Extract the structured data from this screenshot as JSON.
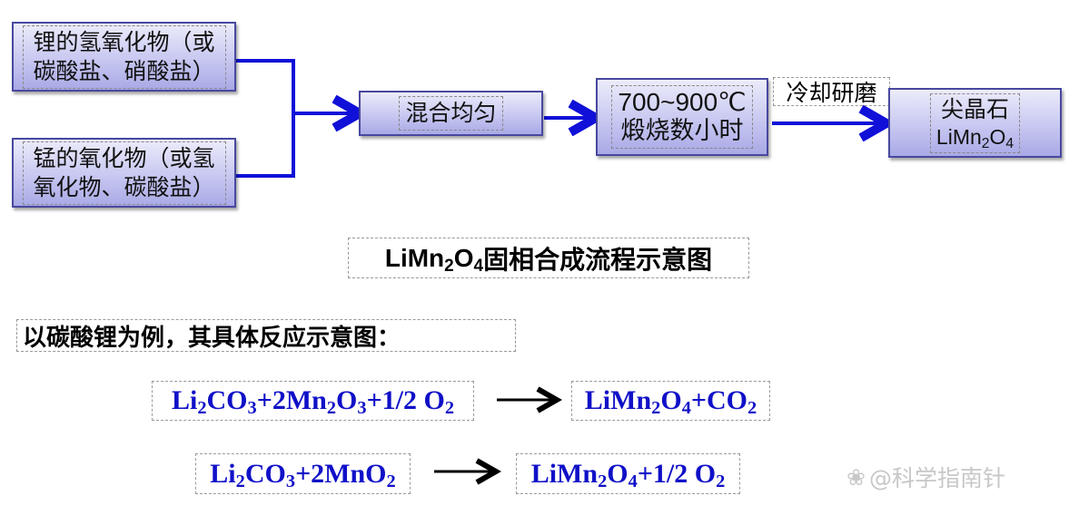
{
  "flow": {
    "lithium_source": "锂的氢氧化物（或碳酸盐、硝酸盐）",
    "manganese_source": "锰的氧化物（或氢氧化物、碳酸盐）",
    "mix": "混合均匀",
    "calcine_temp": "700~900℃",
    "calcine_time": "煅烧数小时",
    "cool_grind": "冷却研磨",
    "product_name": "尖晶石",
    "product_formula": [
      [
        "LiMn",
        ""
      ],
      [
        "2",
        "sub"
      ],
      [
        "O",
        ""
      ],
      [
        "4",
        "sub"
      ]
    ]
  },
  "title": {
    "formula": [
      [
        "LiMn",
        ""
      ],
      [
        "2",
        "sub"
      ],
      [
        "O",
        ""
      ],
      [
        "4",
        "sub"
      ]
    ],
    "text": "固相合成流程示意图"
  },
  "example_heading": "以碳酸锂为例，其具体反应示意图：",
  "equations": [
    {
      "reactants": [
        [
          "Li",
          ""
        ],
        [
          "2",
          "sub"
        ],
        [
          "CO",
          ""
        ],
        [
          "3",
          "sub"
        ],
        [
          "+2Mn",
          ""
        ],
        [
          "2",
          "sub"
        ],
        [
          "O",
          ""
        ],
        [
          "3",
          "sub"
        ],
        [
          "+1/2 O",
          ""
        ],
        [
          "2",
          "sub"
        ]
      ],
      "products": [
        [
          "LiMn",
          ""
        ],
        [
          "2",
          "sub"
        ],
        [
          "O",
          ""
        ],
        [
          "4",
          "sub"
        ],
        [
          "+CO",
          ""
        ],
        [
          "2",
          "sub"
        ]
      ]
    },
    {
      "reactants": [
        [
          "Li",
          ""
        ],
        [
          "2",
          "sub"
        ],
        [
          "CO",
          ""
        ],
        [
          "3",
          "sub"
        ],
        [
          "+2MnO",
          ""
        ],
        [
          "2",
          "sub"
        ]
      ],
      "products": [
        [
          "LiMn",
          ""
        ],
        [
          "2",
          "sub"
        ],
        [
          "O",
          ""
        ],
        [
          "4",
          "sub"
        ],
        [
          "+1/2 O",
          ""
        ],
        [
          "2",
          "sub"
        ]
      ]
    }
  ],
  "watermark": "@科学指南针",
  "colors": {
    "arrow": "#1010d8",
    "equation": "#1010c8"
  }
}
